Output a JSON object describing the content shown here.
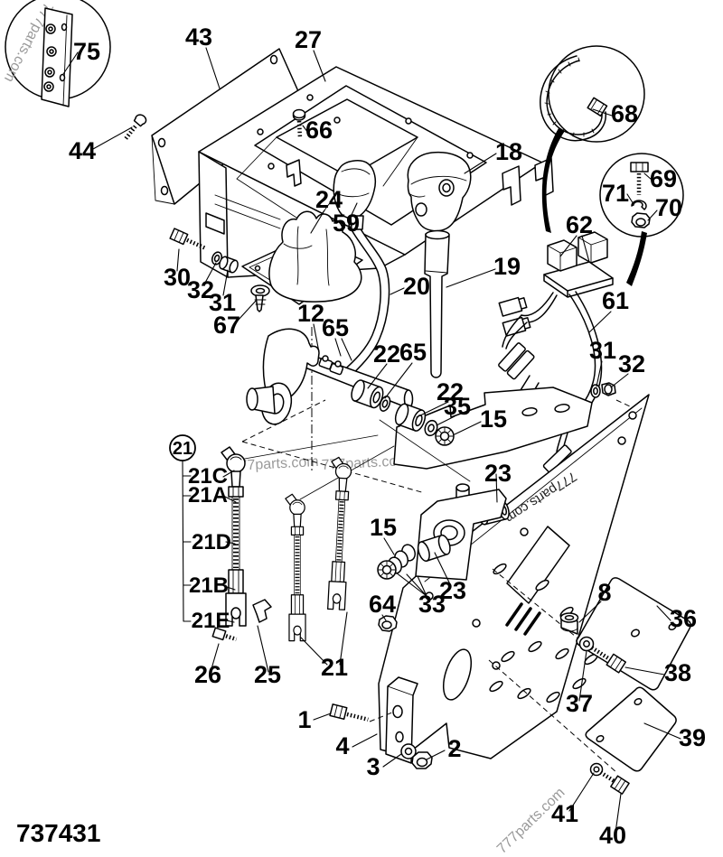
{
  "diagram": {
    "figure_number": "737431",
    "watermark": "777parts.com",
    "callouts": {
      "1": "1",
      "2": "2",
      "3": "3",
      "4": "4",
      "8": "8",
      "12": "12",
      "15": "15",
      "18": "18",
      "19": "19",
      "20": "20",
      "21": "21",
      "21A": "21A",
      "21B": "21B",
      "21C": "21C",
      "21D": "21D",
      "21E": "21E",
      "22": "22",
      "23": "23",
      "24": "24",
      "25": "25",
      "26": "26",
      "27": "27",
      "30": "30",
      "31": "31",
      "32": "32",
      "33": "33",
      "35": "35",
      "36": "36",
      "37": "37",
      "38": "38",
      "39": "39",
      "40": "40",
      "41": "41",
      "43": "43",
      "44": "44",
      "59": "59",
      "61": "61",
      "62": "62",
      "64": "64",
      "65": "65",
      "66": "66",
      "67": "67",
      "68": "68",
      "69": "69",
      "70": "70",
      "71": "71",
      "75": "75"
    }
  }
}
